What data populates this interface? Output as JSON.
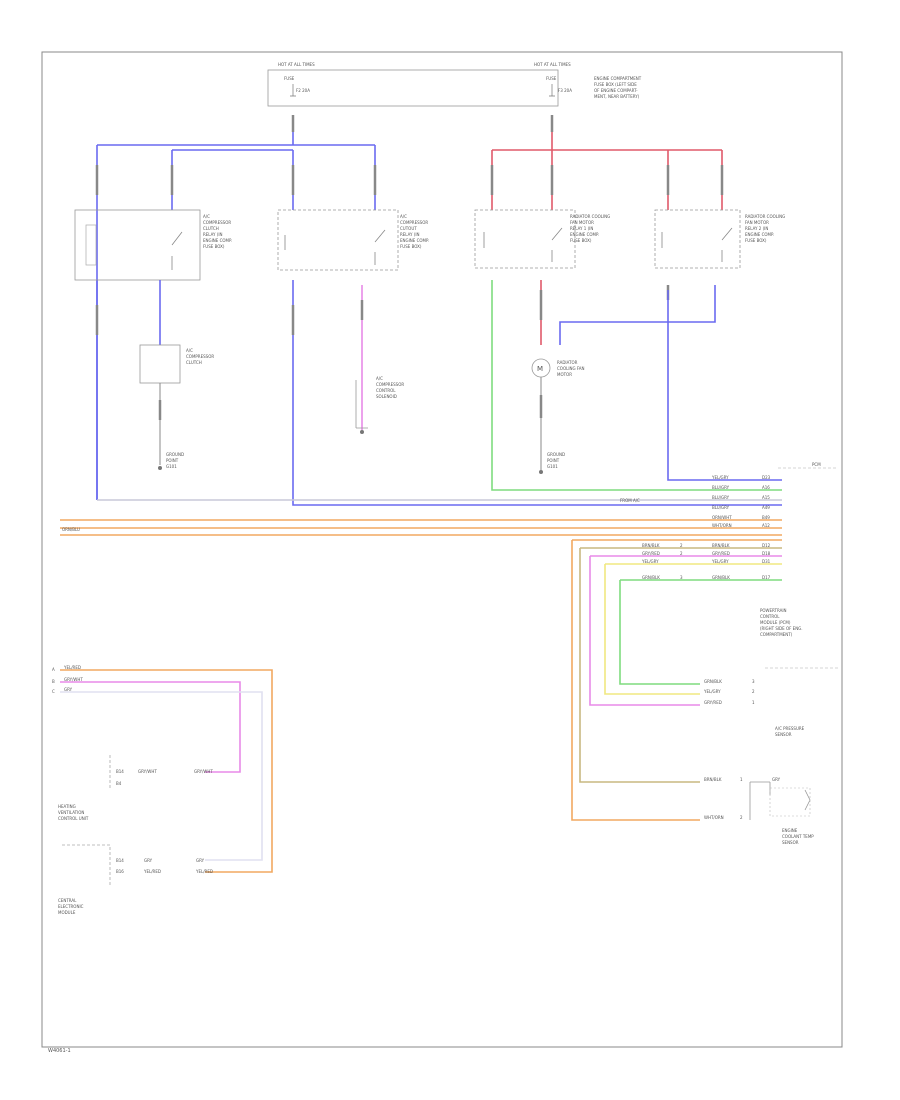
{
  "colors": {
    "blue": "#6a6af0",
    "red": "#e05a6a",
    "green": "#7fdc7f",
    "pink": "#e88ae8",
    "orange": "#f2a860",
    "yellow": "#f0e880",
    "gray": "#c8c8d8",
    "lightblue": "#b8d8f0",
    "frame": "#888888",
    "device": "#999999"
  },
  "page": {
    "footer_id": "W4061-1"
  },
  "fuse_boxes": [
    {
      "top_label": "HOT AT ALL TIMES",
      "name": "FUSE",
      "fuse": "F2 20A",
      "id": "fuse-box-left"
    },
    {
      "top_label": "HOT AT ALL TIMES",
      "name": "FUSE",
      "fuse": "F3 20A",
      "id": "fuse-box-right",
      "desc": [
        "ENGINE COMPARTMENT",
        "FUSE BOX (LEFT SIDE",
        "OF ENGINE COMPART-",
        "MENT, NEAR BATTERY)"
      ]
    }
  ],
  "relays": [
    {
      "id": "relay-1",
      "lines": [
        "A/C",
        "COMPRESSOR",
        "CLUTCH",
        "RELAY (IN",
        "ENGINE COMP.",
        "FUSE BOX)"
      ]
    },
    {
      "id": "relay-2",
      "lines": [
        "A/C",
        "COMPRESSOR",
        "CUTOUT",
        "RELAY (IN",
        "ENGINE COMP.",
        "FUSE BOX)"
      ]
    },
    {
      "id": "relay-3",
      "lines": [
        "RADIATOR COOLING",
        "FAN MOTOR",
        "RELAY 1 (IN",
        "ENGINE COMP.",
        "FUSE BOX)"
      ]
    },
    {
      "id": "relay-4",
      "lines": [
        "RADIATOR COOLING",
        "FAN MOTOR",
        "RELAY 2 (IN",
        "ENGINE COMP.",
        "FUSE BOX)"
      ]
    }
  ],
  "components": {
    "ac_clutch": [
      "A/C",
      "COMPRESSOR",
      "CLUTCH"
    ],
    "ac_solenoid": [
      "A/C",
      "COMPRESSOR",
      "CONTROL",
      "SOLENOID"
    ],
    "fan_motor": [
      "RADIATOR",
      "COOLING FAN",
      "MOTOR"
    ],
    "ground_1": [
      "GROUND",
      "POINT",
      "G101"
    ],
    "ground_2": [
      "GROUND",
      "POINT",
      "G101"
    ],
    "pcm": [
      "POWERTRAIN",
      "CONTROL",
      "MODULE (PCM)",
      "(RIGHT SIDE OF ENG.",
      "COMPARTMENT)"
    ],
    "ac_pressure": [
      "A/C PRESSURE",
      "SENSOR"
    ],
    "ect": [
      "ENGINE",
      "COOLANT TEMP",
      "SENSOR"
    ],
    "climate": [
      "HEATING",
      "VENTILATION",
      "CONTROL UNIT"
    ],
    "cem": [
      "CENTRAL",
      "ELECTRONIC",
      "MODULE"
    ],
    "pcm_tag": "PCM",
    "pcm_left_label": "FROM A/C"
  },
  "pcm_wires": [
    {
      "color": "YEL/GRY",
      "pin": "D23"
    },
    {
      "color": "BLU/GRY",
      "pin": "A16"
    },
    {
      "color": "BLU/GRY",
      "pin": "A15"
    },
    {
      "color": "BLU/GRY",
      "pin": "A49"
    },
    {
      "color": "ORN/WHT",
      "pin": "B49"
    },
    {
      "color": "WHT/ORN",
      "pin": "A12"
    },
    {
      "color": "BRN/BLK",
      "pin": "D12",
      "left": "BRN/BLK",
      "lpin": "2"
    },
    {
      "color": "GRY/RED",
      "pin": "D18",
      "left": "GRY/RED",
      "lpin": "2"
    },
    {
      "color": "YEL/GRY",
      "pin": "D31",
      "left": "YEL/GRY",
      "lpin": ""
    },
    {
      "color": "GRN/BLK",
      "pin": "D17",
      "left": "GRN/BLK",
      "lpin": "3"
    }
  ],
  "sensor_wires": [
    {
      "color": "GRN/BLK",
      "pin": "3"
    },
    {
      "color": "YEL/GRY",
      "pin": "2"
    },
    {
      "color": "GRY/RED",
      "pin": "1"
    }
  ],
  "ect_wires": [
    {
      "color": "BRN/BLK",
      "pin": "1",
      "right": "GRY"
    },
    {
      "color": "WHT/ORN",
      "pin": "2"
    }
  ],
  "left_wires": [
    {
      "color": "YEL/RED",
      "pin": "A"
    },
    {
      "color": "GRY/WHT",
      "pin": "B"
    },
    {
      "color": "GRY",
      "pin": "C"
    }
  ],
  "climate_wires": [
    {
      "pin": "B14",
      "color": "GRY/WHT",
      "dst": "GRY/WHT"
    },
    {
      "pin": "B4",
      "color": ""
    }
  ],
  "cem_wires": [
    {
      "pin": "B14",
      "color": "GRY",
      "dst": "GRY"
    },
    {
      "pin": "B16",
      "color": "YEL/RED",
      "dst": "YEL/RED"
    }
  ],
  "orange_left_label": "ORN/BLU"
}
